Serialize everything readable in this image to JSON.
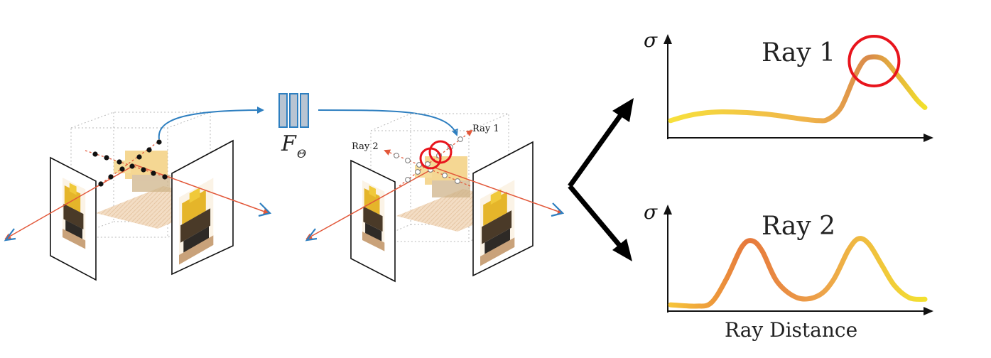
{
  "mlp": {
    "label": "F",
    "subscript": "Θ"
  },
  "scene_labels": {
    "ray1": "Ray 1",
    "ray2": "Ray 2"
  },
  "plots": {
    "sigma_symbol": "σ",
    "top_title": "Ray 1",
    "bottom_title": "Ray 2",
    "xlabel": "Ray Distance"
  },
  "chart_data": [
    {
      "type": "line",
      "title": "Ray 1",
      "ylabel": "σ",
      "xlabel": "",
      "gradient": [
        "#f7e03c",
        "#e69a4c",
        "#f0c040",
        "#f2e12c"
      ],
      "highlight_circle_color": "#e8141c",
      "x": [
        0,
        0.06,
        0.12,
        0.2,
        0.3,
        0.4,
        0.5,
        0.58,
        0.62,
        0.67,
        0.72,
        0.76,
        0.8,
        0.84,
        0.88,
        0.93,
        0.97,
        1.0
      ],
      "y": [
        0.12,
        0.18,
        0.22,
        0.24,
        0.23,
        0.2,
        0.15,
        0.12,
        0.14,
        0.3,
        0.7,
        0.95,
        1.0,
        0.96,
        0.8,
        0.58,
        0.4,
        0.3
      ]
    },
    {
      "type": "line",
      "title": "Ray 2",
      "ylabel": "σ",
      "xlabel": "Ray Distance",
      "gradient": [
        "#f6c43a",
        "#e6783c",
        "#eacb3a",
        "#f3e130"
      ],
      "x": [
        0,
        0.1,
        0.16,
        0.22,
        0.28,
        0.32,
        0.36,
        0.42,
        0.5,
        0.58,
        0.64,
        0.7,
        0.74,
        0.78,
        0.83,
        0.88,
        0.94,
        1.0
      ],
      "y": [
        0.02,
        0.0,
        0.05,
        0.4,
        0.86,
        0.95,
        0.8,
        0.35,
        0.12,
        0.15,
        0.38,
        0.82,
        0.98,
        0.9,
        0.6,
        0.3,
        0.12,
        0.1
      ]
    }
  ]
}
